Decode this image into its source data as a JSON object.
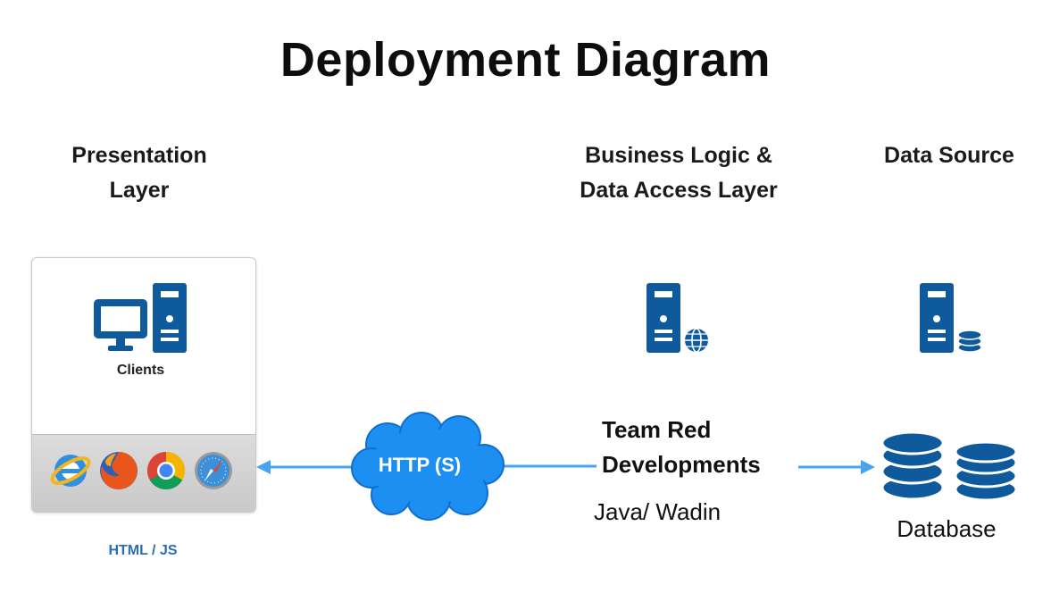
{
  "title": "Deployment Diagram",
  "layers": {
    "presentation": "Presentation\nLayer",
    "business": "Business Logic &\nData Access Layer",
    "data_source": "Data Source"
  },
  "client": {
    "label": "Clients",
    "tech": "HTML / JS",
    "browsers": [
      "internet-explorer-icon",
      "firefox-icon",
      "chrome-icon",
      "safari-icon"
    ]
  },
  "connection": {
    "label": "HTTP (S)"
  },
  "server": {
    "name": "Team Red\nDevelopments",
    "tech": "Java/ Wadin"
  },
  "database": {
    "label": "Database"
  },
  "colors": {
    "icon_blue": "#0e5a9c",
    "arrow_blue": "#4aa3f0",
    "cloud_blue": "#1d8ff2"
  }
}
